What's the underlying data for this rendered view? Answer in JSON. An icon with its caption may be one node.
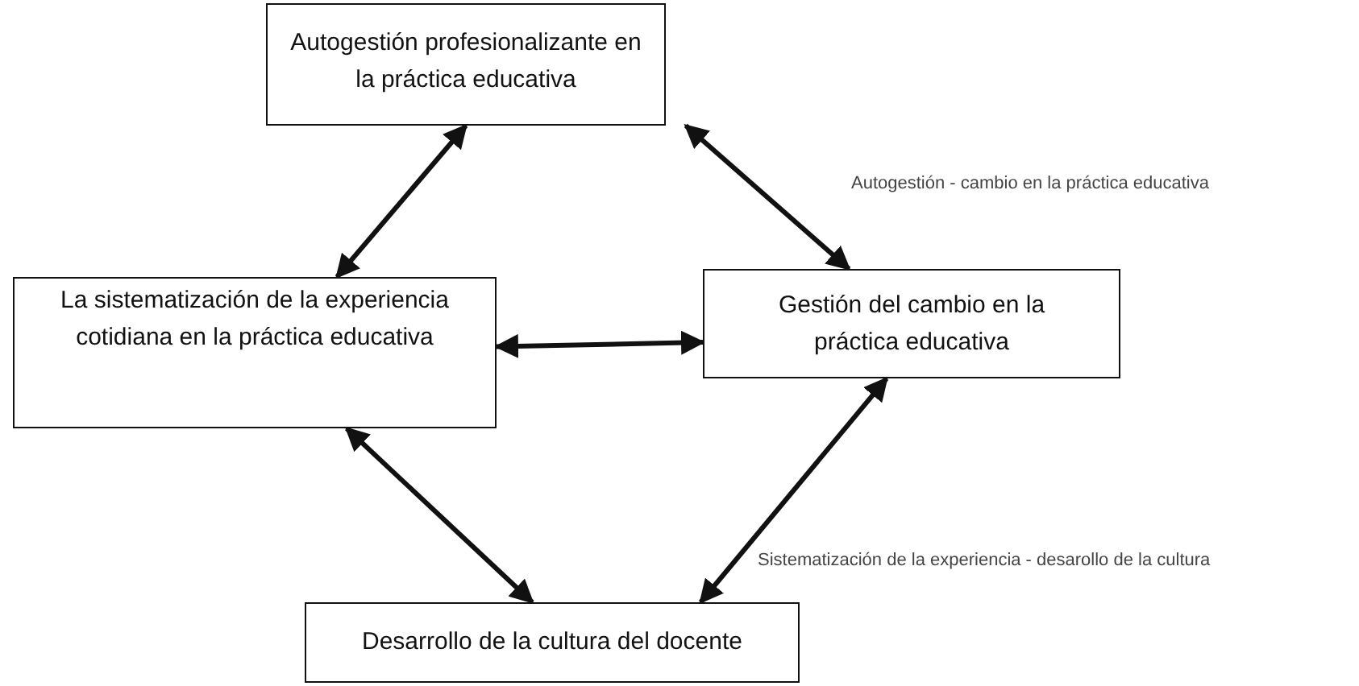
{
  "diagram": {
    "nodes": [
      {
        "text": [
          "Autogestión profesionalizante en la práctica educativa"
        ]
      },
      {
        "text": [
          "La sistematización de la experiencia cotidiana en la práctica educativa"
        ]
      },
      {
        "text": [
          "Gestión del cambio en la práctica educativa"
        ]
      },
      {
        "text": [
          "Desarrollo de la cultura del docente"
        ]
      }
    ],
    "edges": [
      {
        "from": 0,
        "to": 1,
        "arrow": "both"
      },
      {
        "from": 0,
        "to": 2,
        "arrow": "both"
      },
      {
        "from": 1,
        "to": 2,
        "arrow": "both"
      },
      {
        "from": 1,
        "to": 3,
        "arrow": "both"
      },
      {
        "from": 2,
        "to": 3,
        "arrow": "both"
      }
    ],
    "labels": [
      "Autogestión - cambio en la práctica educativa",
      "Sistematización de la experiencia - desarollo de la cultura"
    ]
  }
}
